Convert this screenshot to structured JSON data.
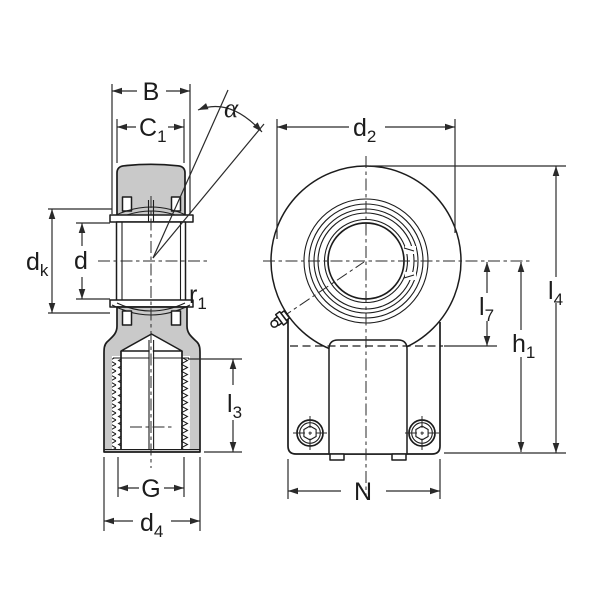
{
  "colors": {
    "background": "#ffffff",
    "section_fill": "#c9c9c9",
    "line": "#1c1c1c"
  },
  "dims": {
    "B": {
      "main": "B",
      "sub": ""
    },
    "C1": {
      "main": "C",
      "sub": "1"
    },
    "alpha": {
      "main": "α",
      "sub": ""
    },
    "dk": {
      "main": "d",
      "sub": "k"
    },
    "d": {
      "main": "d",
      "sub": ""
    },
    "r1": {
      "main": "r",
      "sub": "1"
    },
    "l3": {
      "main": "l",
      "sub": "3"
    },
    "G": {
      "main": "G",
      "sub": ""
    },
    "d4": {
      "main": "d",
      "sub": "4"
    },
    "d2": {
      "main": "d",
      "sub": "2"
    },
    "l7": {
      "main": "l",
      "sub": "7"
    },
    "h1": {
      "main": "h",
      "sub": "1"
    },
    "l4": {
      "main": "l",
      "sub": "4"
    },
    "N": {
      "main": "N",
      "sub": ""
    }
  }
}
